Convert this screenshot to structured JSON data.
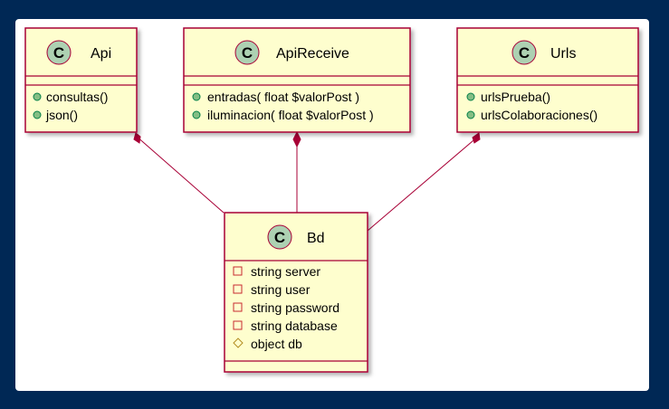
{
  "diagram": {
    "classes": {
      "api": {
        "stereotype_letter": "C",
        "name": "Api",
        "methods": [
          {
            "visibility": "public",
            "label": "consultas()"
          },
          {
            "visibility": "public",
            "label": "json()"
          }
        ]
      },
      "apireceive": {
        "stereotype_letter": "C",
        "name": "ApiReceive",
        "methods": [
          {
            "visibility": "public",
            "label": "entradas( float $valorPost )"
          },
          {
            "visibility": "public",
            "label": "iluminacion( float $valorPost )"
          }
        ]
      },
      "urls": {
        "stereotype_letter": "C",
        "name": "Urls",
        "methods": [
          {
            "visibility": "public",
            "label": "urlsPrueba()"
          },
          {
            "visibility": "public",
            "label": "urlsColaboraciones()"
          }
        ]
      },
      "bd": {
        "stereotype_letter": "C",
        "name": "Bd",
        "fields": [
          {
            "visibility": "private",
            "label": "string server"
          },
          {
            "visibility": "private",
            "label": "string user"
          },
          {
            "visibility": "private",
            "label": "string password"
          },
          {
            "visibility": "private",
            "label": "string database"
          },
          {
            "visibility": "protected",
            "label": "object db"
          }
        ]
      }
    },
    "relations": [
      {
        "from": "Api",
        "to": "Bd",
        "type": "composition"
      },
      {
        "from": "ApiReceive",
        "to": "Bd",
        "type": "composition"
      },
      {
        "from": "Urls",
        "to": "Bd",
        "type": "composition"
      }
    ],
    "colors": {
      "page_background": "#002855",
      "class_fill": "#FEFECE",
      "border": "#A80036",
      "class_icon": "#ADD1B2",
      "public_marker": "#84BE84",
      "private_marker": "#C82930",
      "protected_marker": "#B38D22"
    }
  }
}
